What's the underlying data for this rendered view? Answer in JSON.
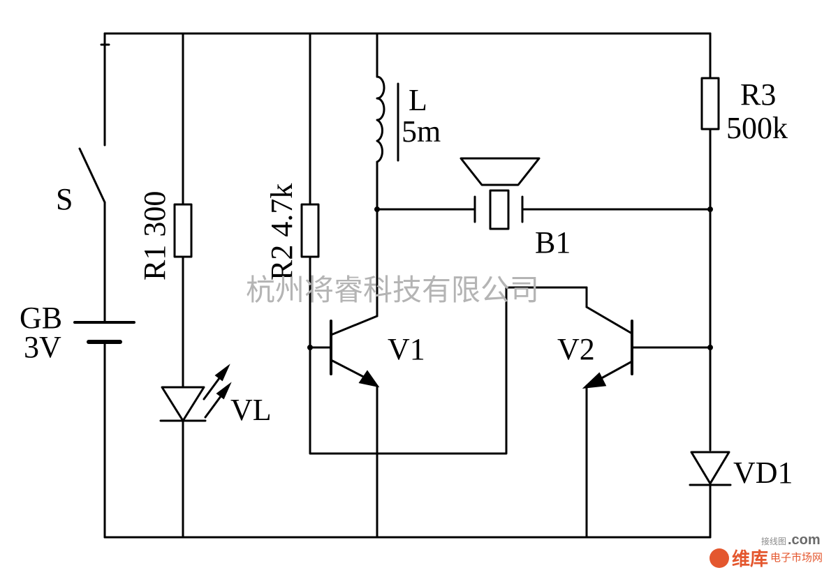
{
  "labels": {
    "switch": "S",
    "battery_name": "GB",
    "battery_value": "3V",
    "r1": "R1 300",
    "r2": "R2 4.7k",
    "inductor_name": "L",
    "inductor_value": "5m",
    "r3_name": "R3",
    "r3_value": "500k",
    "buzzer": "B1",
    "led": "VL",
    "transistor1": "V1",
    "transistor2": "V2",
    "diode": "VD1"
  },
  "watermark": {
    "text": "杭州将睿科技有限公司",
    "site_small": "接线图"
  },
  "logo": {
    "brand": "维库",
    "sub": "电子市场网",
    "dotcom": ".com"
  },
  "colors": {
    "ink": "#000000",
    "watermark": "#b4b4b4",
    "logo": "#e4572e"
  }
}
